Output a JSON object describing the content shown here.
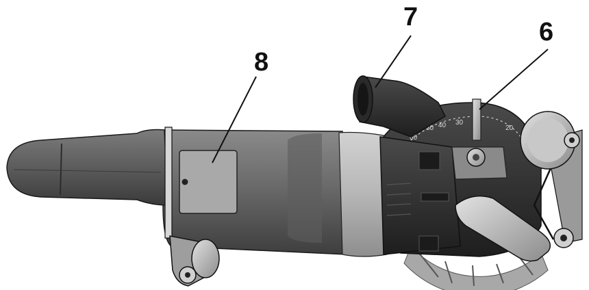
{
  "callouts": [
    {
      "id": "7",
      "label": "7"
    },
    {
      "id": "6",
      "label": "6"
    },
    {
      "id": "8",
      "label": "8"
    }
  ],
  "blade_scale": {
    "numbers": [
      "60",
      "50",
      "40",
      "30",
      "20"
    ]
  },
  "colors": {
    "body_dark": "#4a4a4a",
    "body_mid": "#6e6e6e",
    "body_light": "#9a9a9a",
    "metal": "#bdbdbd",
    "outline": "#111111"
  }
}
